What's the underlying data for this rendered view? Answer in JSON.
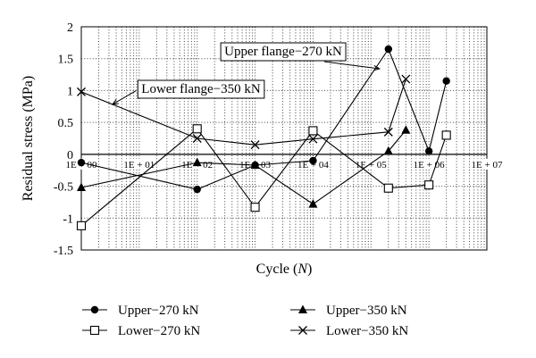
{
  "chart_data": {
    "type": "line",
    "ylabel": "Residual stress (MPa)",
    "xlabel_prefix": "Cycle (",
    "xlabel_var": "N",
    "xlabel_suffix": ")",
    "x_scale": "log",
    "xlim": [
      1,
      10000000
    ],
    "ylim": [
      -1.5,
      2
    ],
    "yticks": [
      {
        "value": 2,
        "label": "2"
      },
      {
        "value": 1.5,
        "label": "1.5"
      },
      {
        "value": 1,
        "label": "1"
      },
      {
        "value": 0.5,
        "label": "0.5"
      },
      {
        "value": 0,
        "label": "0"
      },
      {
        "value": -0.5,
        "label": "-0.5"
      },
      {
        "value": -1,
        "label": "-1"
      },
      {
        "value": -1.5,
        "label": "-1.5"
      }
    ],
    "xticks": [
      {
        "value": 1,
        "label": "1E + 00"
      },
      {
        "value": 10,
        "label": "1E + 01"
      },
      {
        "value": 100,
        "label": "1E + 02"
      },
      {
        "value": 1000,
        "label": "1E + 03"
      },
      {
        "value": 10000,
        "label": "1E + 04"
      },
      {
        "value": 100000,
        "label": "1E + 05"
      },
      {
        "value": 1000000,
        "label": "1E + 06"
      },
      {
        "value": 10000000,
        "label": "1E + 07"
      }
    ],
    "grid": "dotted",
    "series": [
      {
        "name": "Upper−270 kN",
        "marker": "circle",
        "x": [
          1,
          100,
          1000,
          10000,
          200000,
          1000000,
          2000000
        ],
        "y": [
          -0.13,
          -0.55,
          -0.17,
          -0.1,
          1.65,
          0.05,
          1.15
        ]
      },
      {
        "name": "Lower−270 kN",
        "marker": "square",
        "x": [
          1,
          100,
          1000,
          10000,
          200000,
          1000000,
          2000000
        ],
        "y": [
          -1.12,
          0.4,
          -0.83,
          0.37,
          -0.53,
          -0.48,
          0.3
        ]
      },
      {
        "name": "Upper−350 kN",
        "marker": "triangle",
        "x": [
          1,
          100,
          1000,
          10000,
          200000,
          400000
        ],
        "y": [
          -0.52,
          -0.13,
          -0.17,
          -0.78,
          0.05,
          0.38
        ]
      },
      {
        "name": "Lower−350 kN",
        "marker": "cross",
        "x": [
          1,
          100,
          1000,
          10000,
          200000,
          400000
        ],
        "y": [
          0.98,
          0.25,
          0.15,
          0.24,
          0.35,
          1.18
        ]
      }
    ],
    "annotations": [
      {
        "text": "Upper flange−270 kN",
        "series_index": 0,
        "point_index": 4
      },
      {
        "text": "Lower flange−350 kN",
        "series_index": 3,
        "point_index": 0
      }
    ],
    "legend_placement": "bottom"
  }
}
